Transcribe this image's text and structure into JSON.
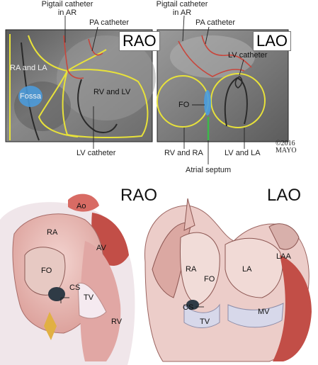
{
  "top_labels": {
    "pigtail_left": "Pigtail catheter\nin AR",
    "pa_left": "PA catheter",
    "pigtail_right": "Pigtail catheter\nin AR",
    "pa_right": "PA catheter",
    "lv_catheter_bottom": "LV catheter",
    "rv_ra": "RV and RA",
    "lv_la": "LV and LA",
    "atrial_septum": "Atrial septum",
    "copyright": "©2016\nMAYO"
  },
  "rao_xray": {
    "view": "RAO",
    "ra_la": "RA and LA",
    "fossa": "Fossa",
    "rv_lv": "RV and LV"
  },
  "lao_xray": {
    "view": "LAO",
    "lv_catheter": "LV catheter",
    "fo": "FO"
  },
  "rao_anatomy": {
    "view": "RAO",
    "ao": "Ao",
    "ra": "RA",
    "av": "AV",
    "fo": "FO",
    "cs": "CS",
    "tv": "TV",
    "rv": "RV"
  },
  "lao_anatomy": {
    "view": "LAO",
    "ra": "RA",
    "fo": "FO",
    "la": "LA",
    "laa": "LAA",
    "cs": "CS",
    "tv": "TV",
    "mv": "MV"
  },
  "colors": {
    "outline_yellow": "#e8e23a",
    "catheter_red": "#c8463c",
    "fossa_blue": "#4a9de0",
    "septum_green": "#3cb84a",
    "tissue_pink": "#e9b4b0",
    "muscle_red": "#b8443e"
  }
}
